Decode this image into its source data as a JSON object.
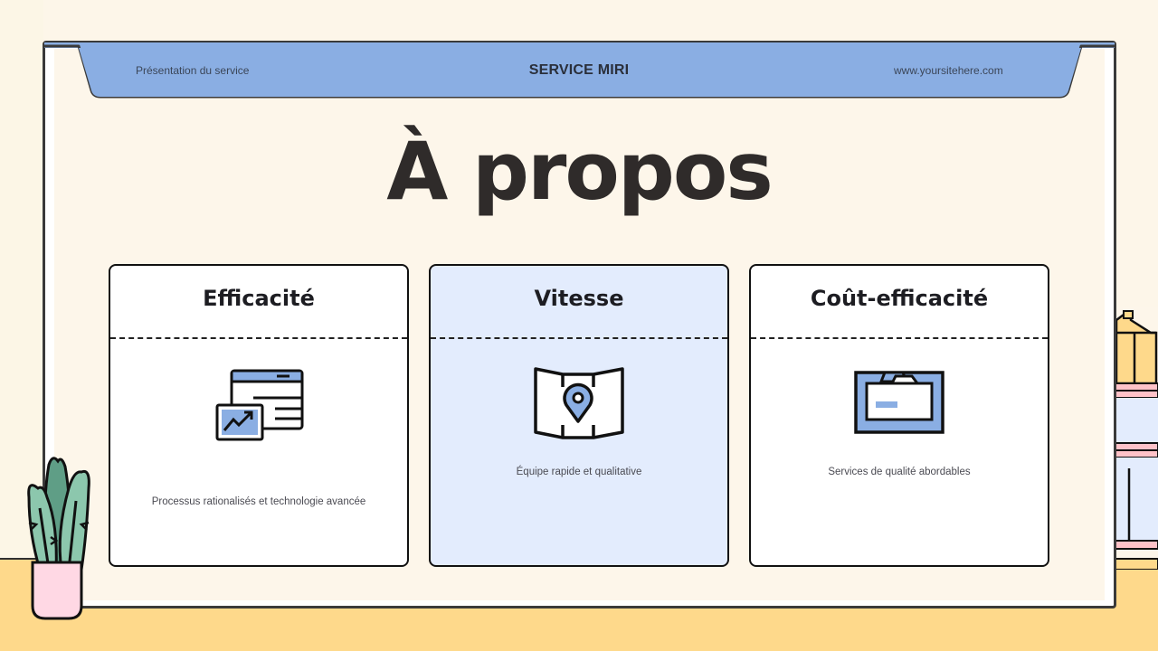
{
  "header": {
    "left_text": "Présentation du service",
    "center_text": "SERVICE MIRI",
    "right_text": "www.yoursitehere.com"
  },
  "title": "À propos",
  "cards": [
    {
      "title": "Efficacité",
      "icon": "dashboard-growth-icon",
      "description": "Processus rationalisés et technologie avancée",
      "highlighted": false
    },
    {
      "title": "Vitesse",
      "icon": "map-pin-icon",
      "description": "Équipe rapide et qualitative",
      "highlighted": true
    },
    {
      "title": "Coût-efficacité",
      "icon": "file-drawer-icon",
      "description": "Services de qualité abordables",
      "highlighted": false
    }
  ],
  "colors": {
    "accent_blue": "#8aaee3",
    "card_highlight": "#e3ecfd",
    "background": "#fdf6ea",
    "floor": "#fed98b",
    "plant_green": "#8cc7ad",
    "pot_pink": "#ffd8e4",
    "text_dark": "#2f2b2a"
  }
}
